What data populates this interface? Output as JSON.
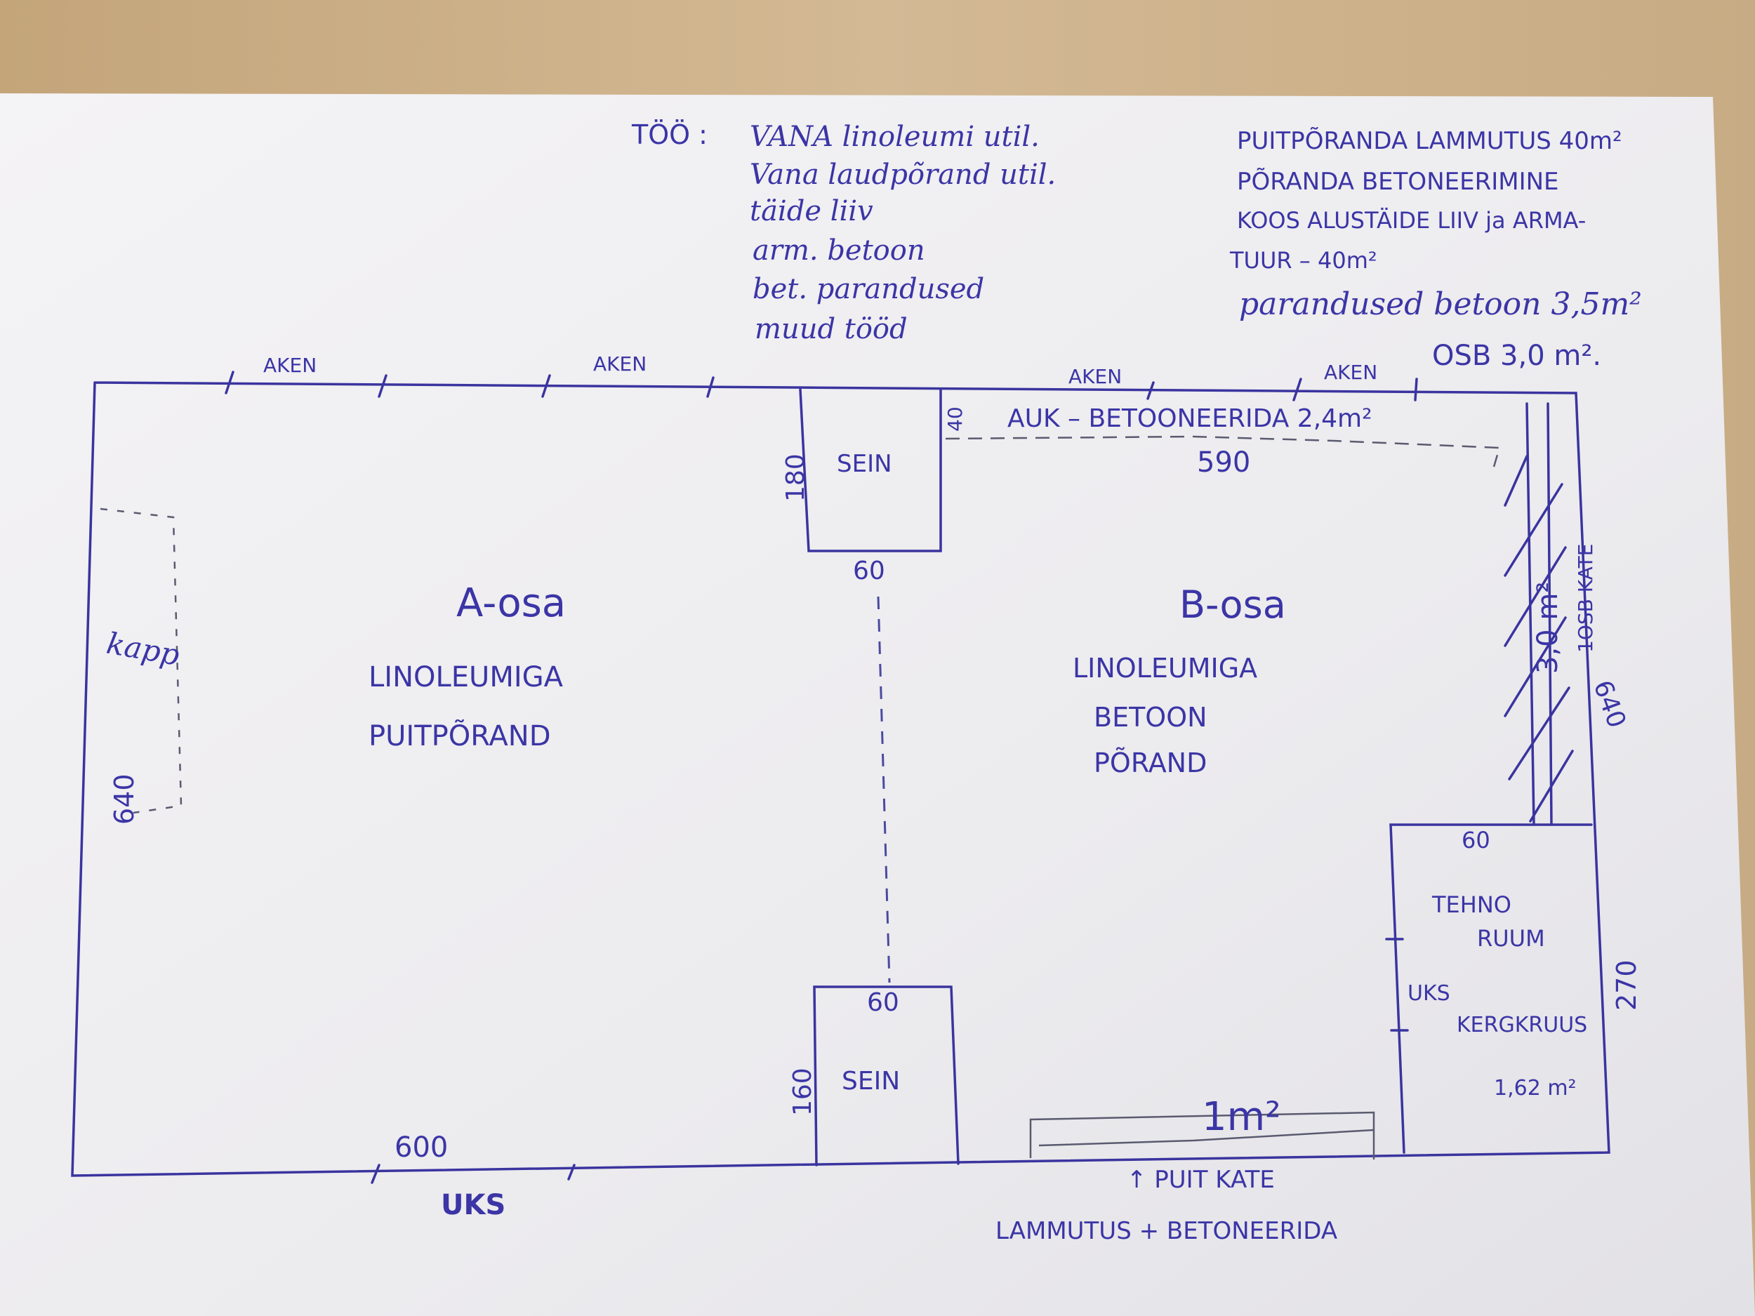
{
  "colors": {
    "ink": "#3b35a6",
    "paper": "#f1f0f2",
    "table": "#c9ad84"
  },
  "work_list": {
    "heading": "TÖÖ :",
    "items": [
      "VANA linoleumi util.",
      "Vana laudpõrand util.",
      "täide liiv",
      "arm. betoon",
      "bet. parandused",
      "muud tööd"
    ]
  },
  "summary": {
    "lines": [
      "PUITPÕRANDA LAMMUTUS 40m²",
      "PÕRANDA BETONEERIMINE",
      "KOOS ALUSTÄIDE LIIV ja ARMA-",
      "TUUR – 40m²",
      "parandused betoon 3,5m²",
      "OSB 3,0 m²."
    ]
  },
  "plan": {
    "window_label": "AKEN",
    "hole_note": "AUK – BETOONEERIDA 2,4m²",
    "hole_depth": "40",
    "hole_length": "590",
    "wall_label": "SEIN",
    "wall_top": {
      "height": "180",
      "width": "60"
    },
    "wall_bottom": {
      "height": "160",
      "width": "60"
    },
    "section_a": {
      "title": "A-osa",
      "line1": "LINOLEUMIGA",
      "line2": "PUITPÕRAND"
    },
    "section_b": {
      "title": "B-osa",
      "line1": "LINOLEUMIGA",
      "line2": "BETOON",
      "line3": "PÕRAND"
    },
    "closet_label": "kapp",
    "left_dim": "640",
    "right_dim": "640",
    "osb_strip": {
      "label": "1OSB KATE",
      "area": "3,0 m²"
    },
    "tech_room": {
      "width": "60",
      "line1": "TEHNO",
      "line2": "RUUM",
      "door": "UKS",
      "wall": "KERGKRUUS",
      "area": "1,62 m²",
      "height": "270"
    },
    "wood_area": "1m²",
    "bottom_dim": "600",
    "door_label": "UKS",
    "wood_note": {
      "line1": "↑ PUIT KATE",
      "line2": "LAMMUTUS + BETONEERIDA"
    }
  }
}
